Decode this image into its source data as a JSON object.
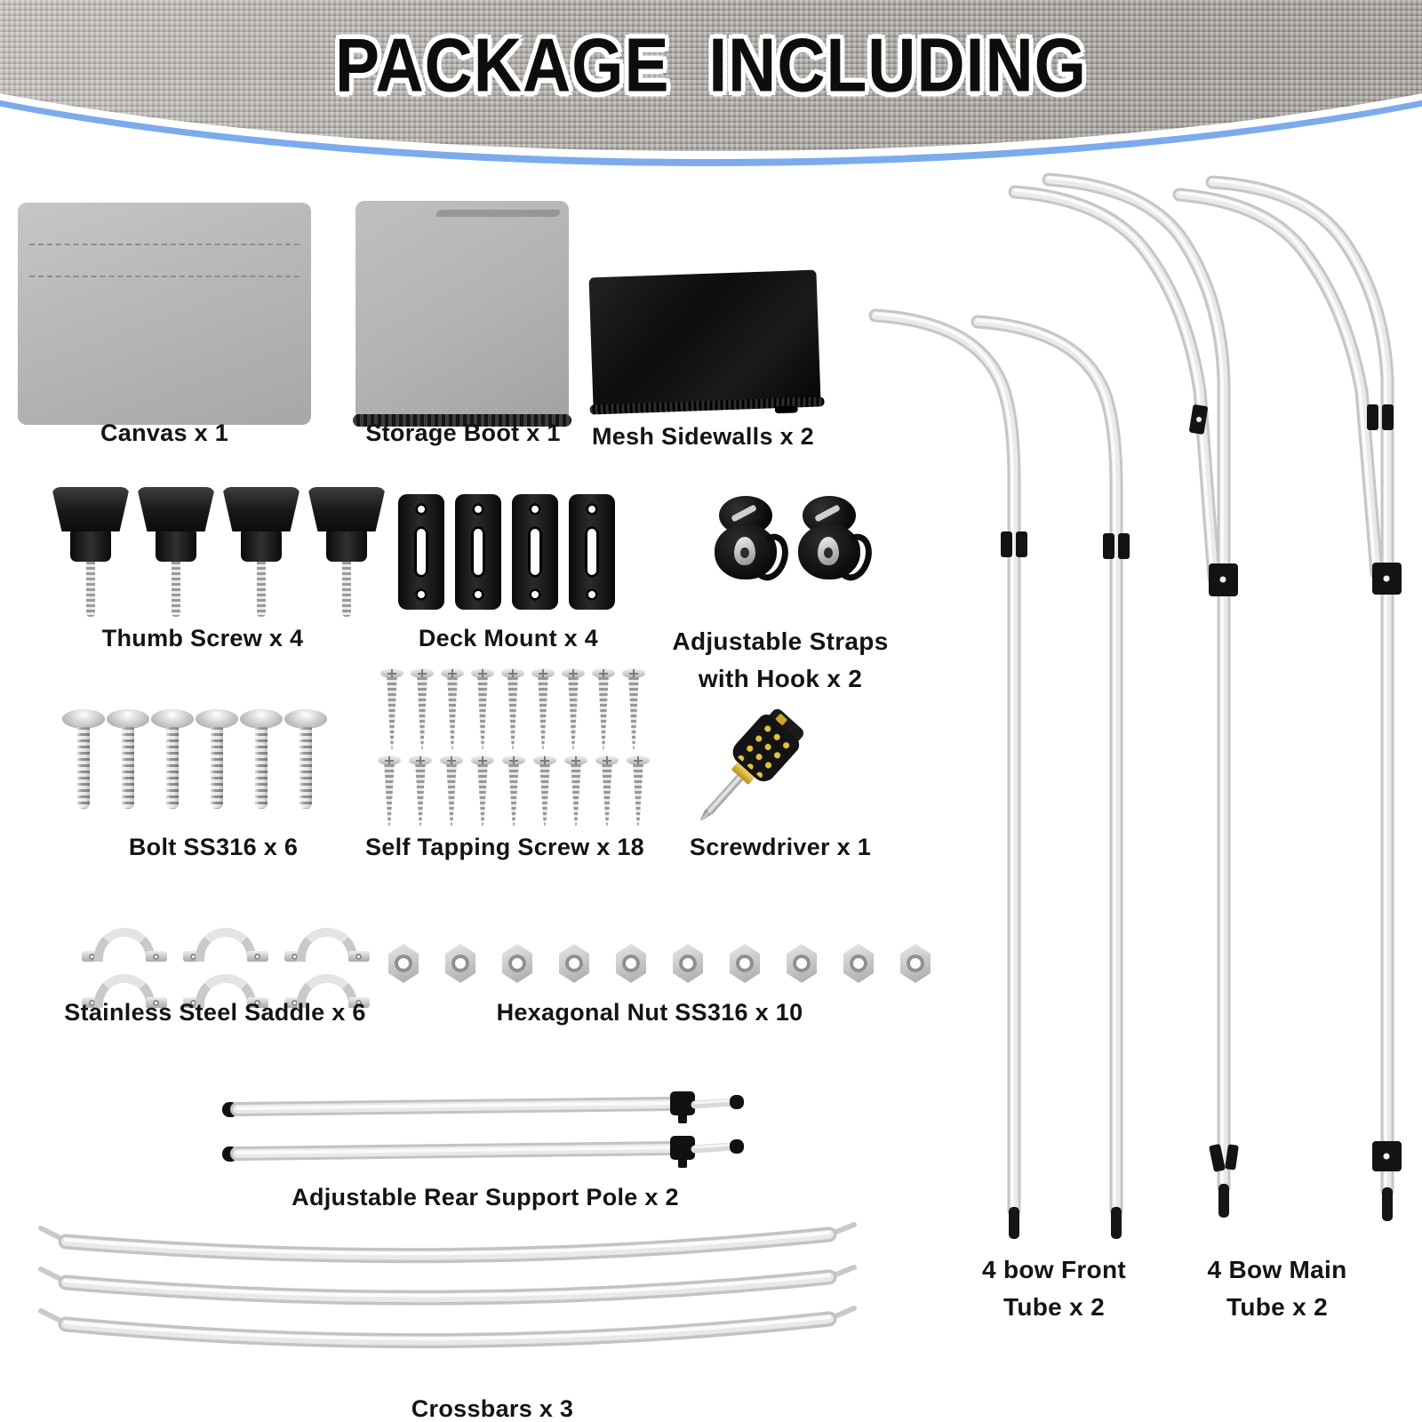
{
  "header": {
    "title": "PACKAGE INCLUDING"
  },
  "colors": {
    "accent_blue": "#7babec",
    "fabric_gray": "#b3afaa",
    "label_text": "#141414",
    "part_black": "#141414",
    "metal_silver": "#d6d6d6",
    "screwdriver_yellow": "#e4c23f"
  },
  "items": {
    "canvas": {
      "label": "Canvas x 1"
    },
    "storage_boot": {
      "label": "Storage Boot x 1"
    },
    "mesh_sidewalls": {
      "label": "Mesh Sidewalls x 2"
    },
    "thumb_screw": {
      "label": "Thumb Screw x 4"
    },
    "deck_mount": {
      "label": "Deck Mount x 4"
    },
    "adjustable_straps": {
      "label_line1": "Adjustable Straps",
      "label_line2": "with Hook x 2"
    },
    "bolt": {
      "label": "Bolt SS316 x 6"
    },
    "self_tapping_screw": {
      "label": "Self Tapping Screw x 18"
    },
    "screwdriver": {
      "label": "Screwdriver x 1"
    },
    "saddle": {
      "label": "Stainless Steel Saddle x 6"
    },
    "hex_nut": {
      "label": "Hexagonal Nut SS316 x 10"
    },
    "rear_support_pole": {
      "label": "Adjustable Rear Support Pole x 2"
    },
    "crossbars": {
      "label": "Crossbars x 3"
    },
    "front_tube": {
      "label_line1": "4 bow Front",
      "label_line2": "Tube x 2"
    },
    "main_tube": {
      "label_line1": "4 Bow Main",
      "label_line2": "Tube x 2"
    }
  }
}
